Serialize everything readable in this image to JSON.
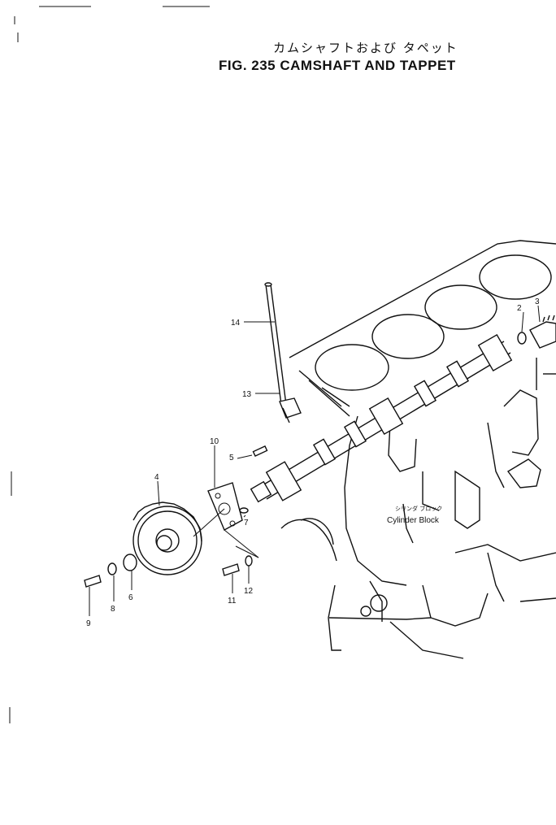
{
  "figure": {
    "title_jp": "カムシャフトおよび タペット",
    "title_en": "FIG. 235  CAMSHAFT AND TAPPET"
  },
  "block_label": {
    "jp": "シリンダ ブロック",
    "en": "Cylinder Block"
  },
  "callouts": [
    "2",
    "3",
    "4",
    "5",
    "6",
    "7",
    "8",
    "9",
    "10",
    "11",
    "12",
    "13",
    "14"
  ]
}
